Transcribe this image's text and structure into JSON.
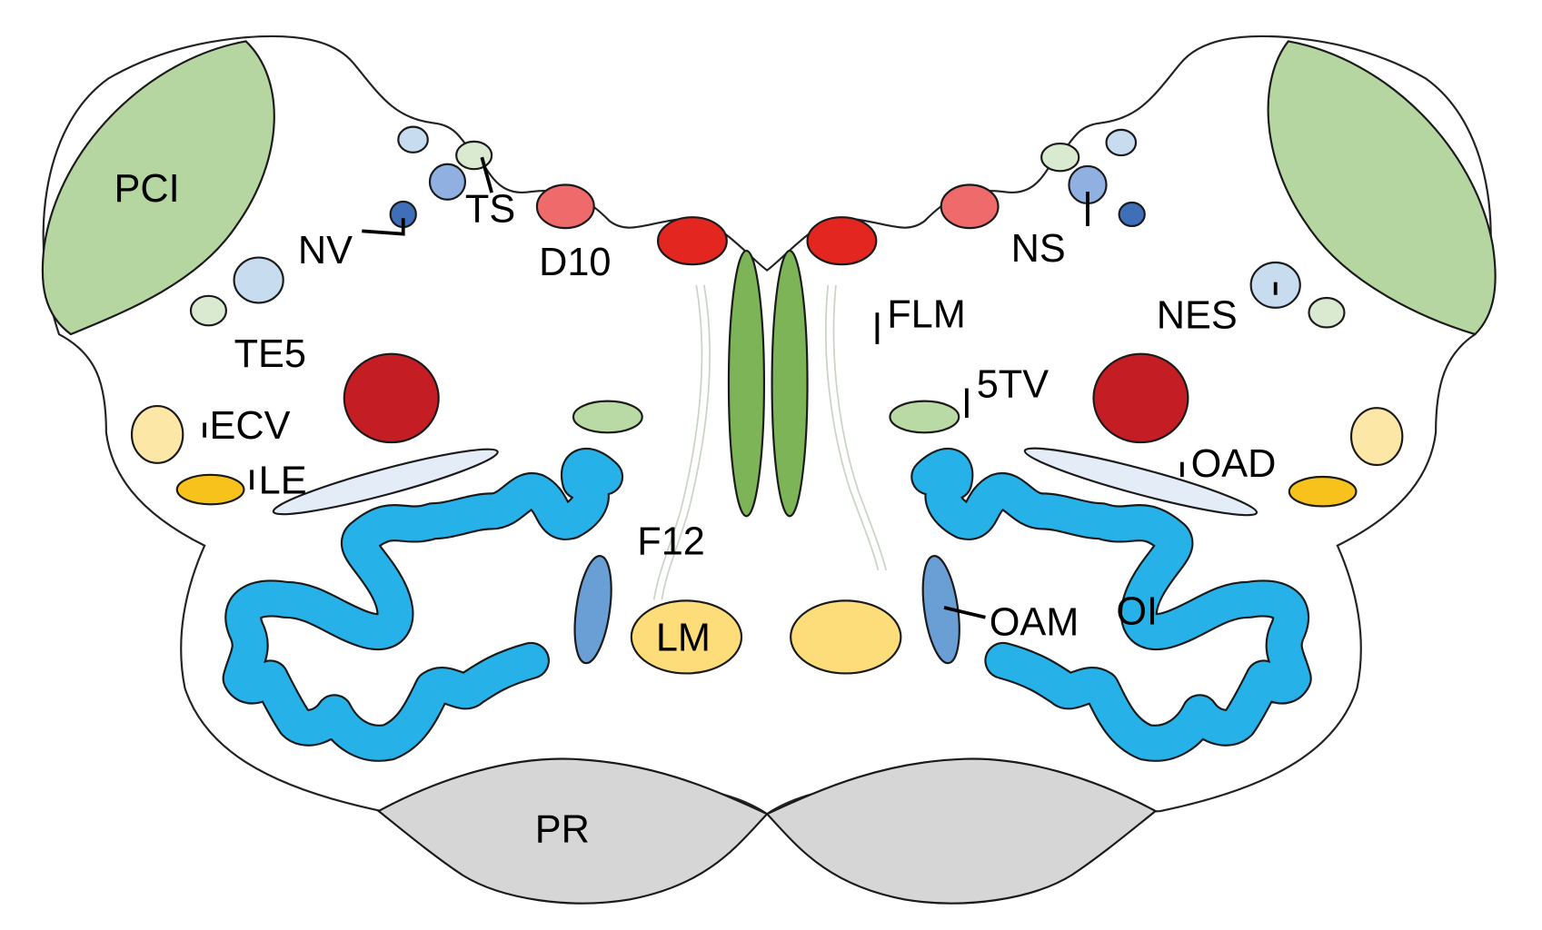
{
  "diagram": {
    "type": "anatomical cross-section",
    "labels": {
      "pci": "PCI",
      "ts": "TS",
      "nv": "NV",
      "d10": "D10",
      "te5": "TE5",
      "ecv": "ECV",
      "le": "LE",
      "f12": "F12",
      "lm": "LM",
      "ns": "NS",
      "flm": "FLM",
      "nes": "NES",
      "tv5": "5TV",
      "oad": "OAD",
      "oam": "OAM",
      "oi": "OI",
      "pr": "PR"
    },
    "colors": {
      "cerebellar_peduncle": "#b5d6a0",
      "light_green": "#d9ead0",
      "pale_blue": "#c8dcf0",
      "mid_blue": "#8fb0e0",
      "dark_blue": "#3e6fb8",
      "salmon": "#ef6a6a",
      "red": "#e3261f",
      "dark_red": "#c41e24",
      "green_fasciculus": "#7cb457",
      "pale_yellow": "#fde7a6",
      "gold": "#f8c21c",
      "lm_yellow": "#fddc7a",
      "olive_blue": "#26b2e8",
      "oam_blue": "#6a9fd6",
      "ice": "#e4ecf7",
      "pyramid_gray": "#d6d6d6"
    }
  }
}
